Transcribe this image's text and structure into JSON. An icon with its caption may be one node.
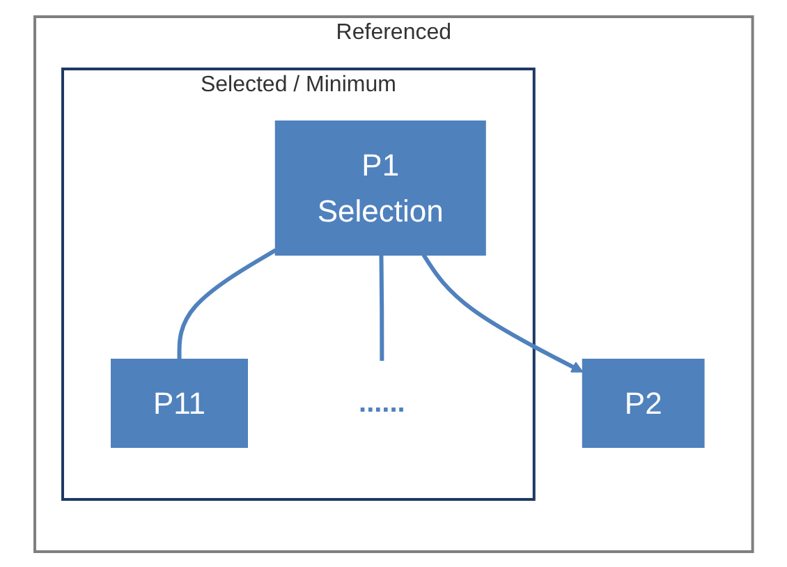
{
  "diagram": {
    "nodes": [
      {
        "text": [
          "Referenced"
        ]
      },
      {
        "text": [
          "Selected / Minimum"
        ],
        "in": 0
      },
      {
        "text": [
          "P1",
          "Selection"
        ],
        "in": 1
      },
      {
        "text": [
          "P11"
        ],
        "in": 1
      },
      {
        "text": [
          "......"
        ],
        "in": 1
      },
      {
        "text": [
          "P2"
        ],
        "in": 0
      }
    ],
    "edges": [
      {
        "from": 2,
        "to": 5,
        "arrow": "to"
      },
      {
        "from": 2,
        "to": 3,
        "arrow": "none"
      },
      {
        "from": 2,
        "to": 4,
        "arrow": "none"
      }
    ]
  }
}
